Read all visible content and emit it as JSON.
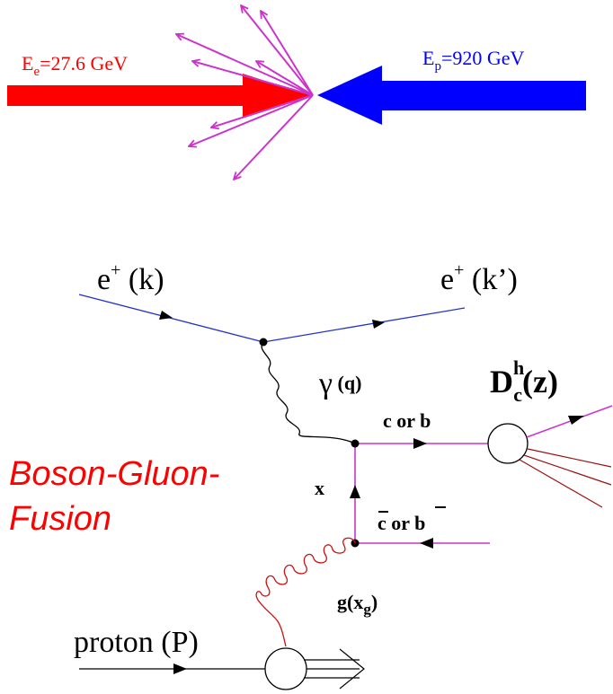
{
  "colors": {
    "electron_beam": "#ff0000",
    "proton_beam": "#0000ff",
    "collision_spray": "#cc33cc",
    "lepton_line": "#2233cc",
    "quark_line": "#cc33cc",
    "gluon_line": "#cc1111",
    "hadron_jet": "#991111",
    "label_red": "#ff0000",
    "ink": "#000000"
  },
  "beams": {
    "electron": {
      "E": "E",
      "sub": "e",
      "value": "=27.6 GeV"
    },
    "proton": {
      "E": "E",
      "sub": "p",
      "value": "=920 GeV"
    }
  },
  "diagram": {
    "incoming_lepton": {
      "main": "e",
      "sup": "+",
      "arg": " (k)"
    },
    "outgoing_lepton": {
      "main": "e",
      "sup": "+",
      "arg": " (k’)"
    },
    "photon": {
      "symbol": "γ",
      "arg": " (q)"
    },
    "quark": "c or b",
    "antiquark": {
      "c": "c",
      "mid": " or ",
      "b": "b"
    },
    "x_label": "x",
    "gluon": {
      "main": "g(x",
      "sub": "g",
      "close": ")"
    },
    "meson": {
      "D": "D",
      "sup": "h",
      "sub": "c",
      "arg": "(z)"
    },
    "proton": "proton (P)",
    "process_line1": "Boson-Gluon-",
    "process_line2": "Fusion"
  }
}
